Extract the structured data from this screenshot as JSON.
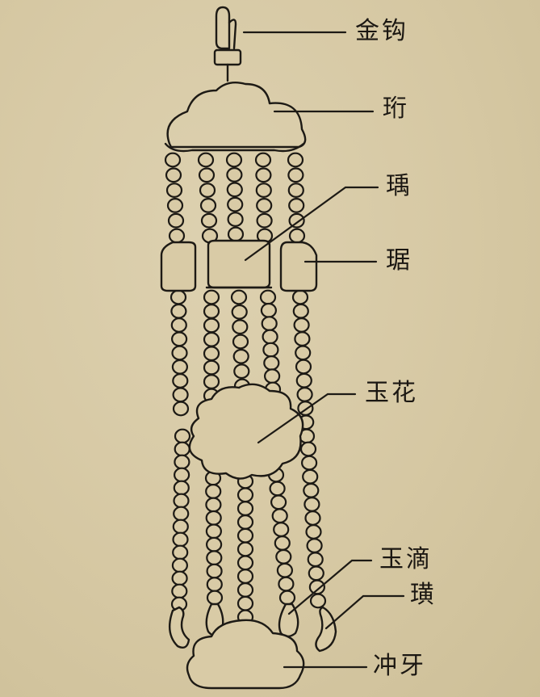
{
  "labels": {
    "gold_hook": "金钩",
    "heng": "珩",
    "yu": "瑀",
    "ju": "琚",
    "jade_flower": "玉花",
    "jade_drop": "玉滴",
    "huang": "璜",
    "chong_ya": "冲牙"
  }
}
